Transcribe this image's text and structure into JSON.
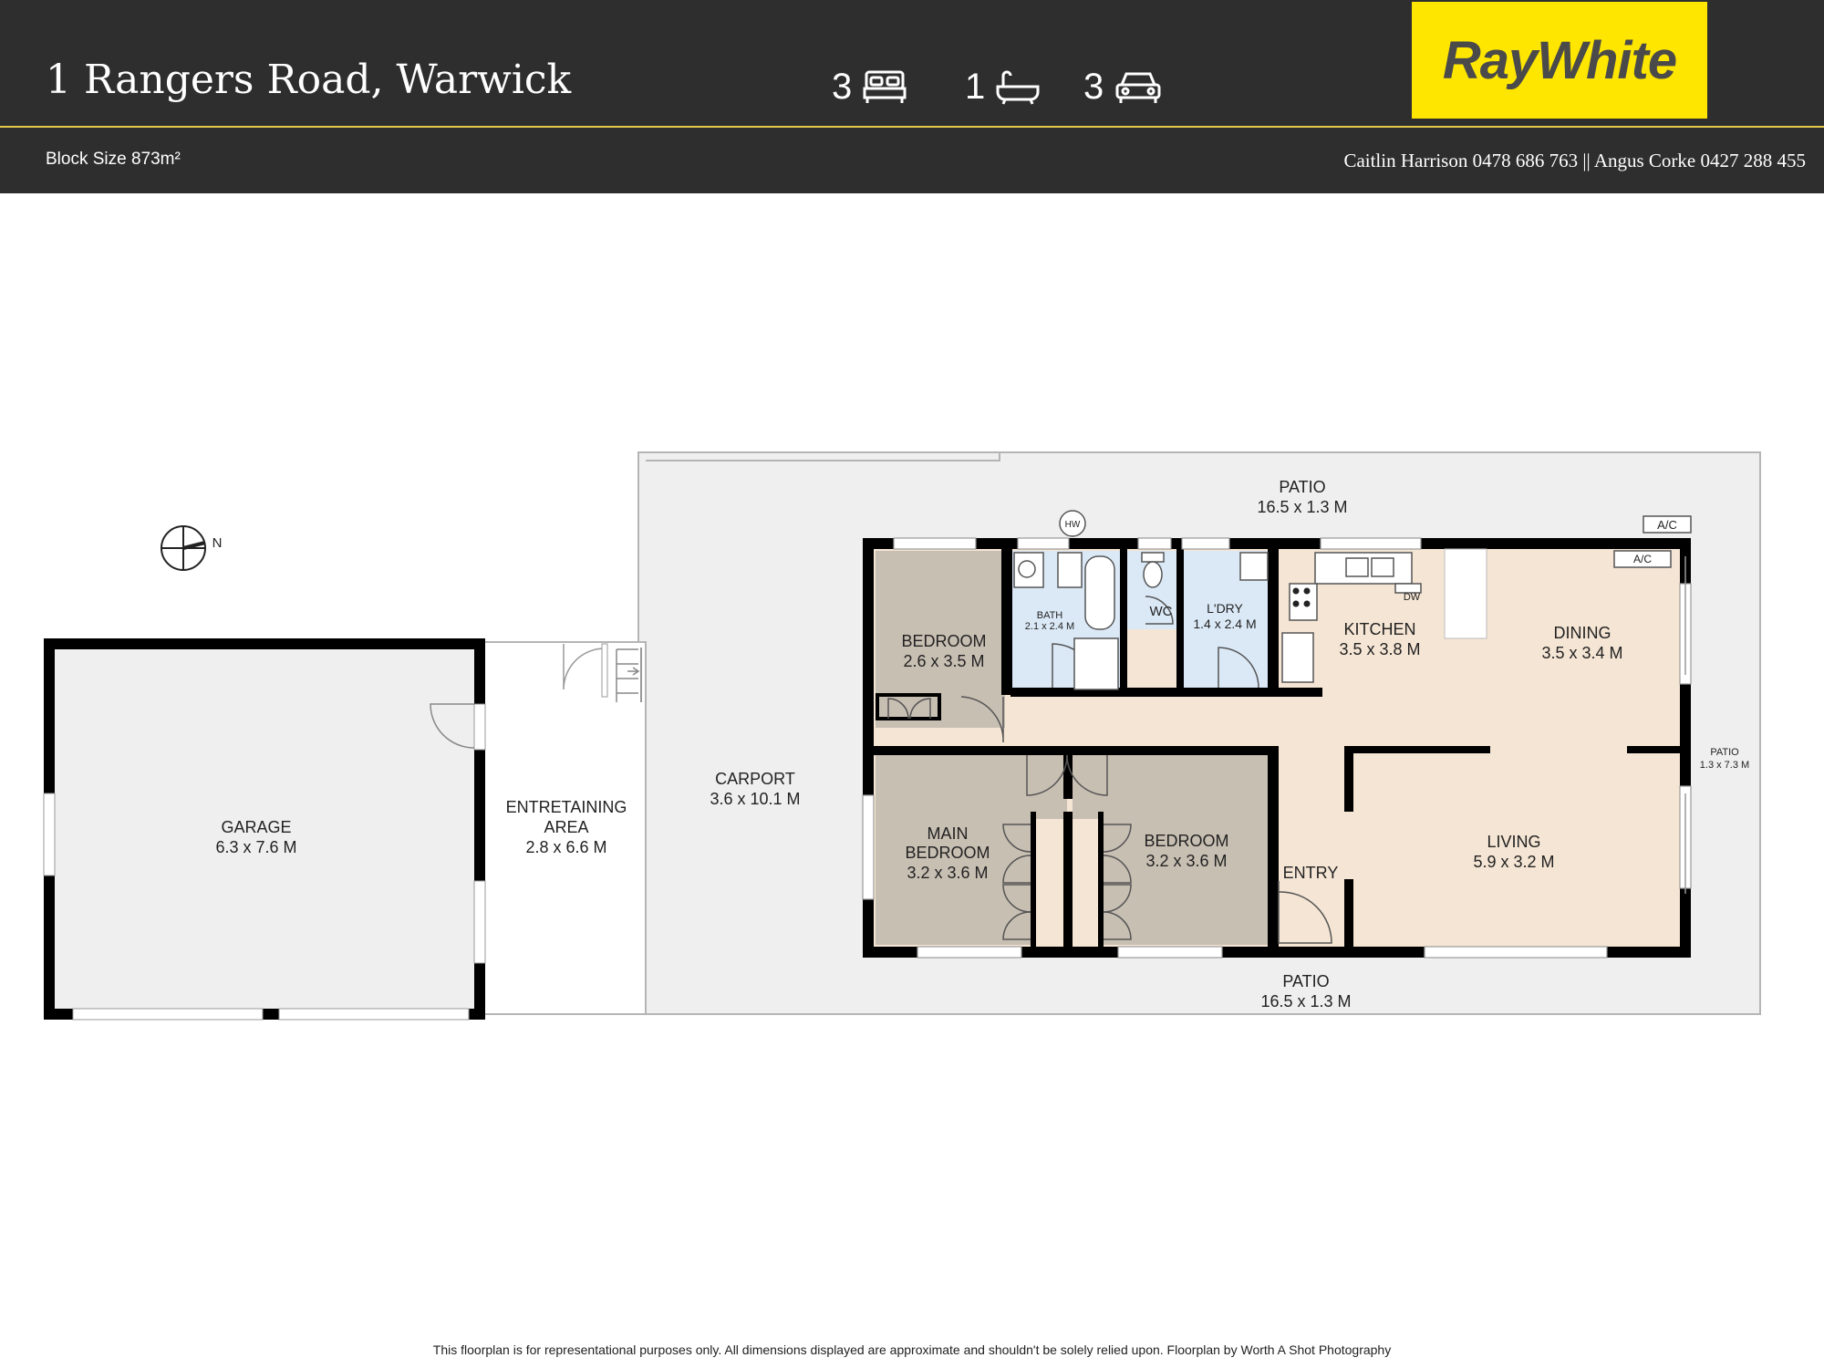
{
  "header": {
    "title": "1 Rangers Road, Warwick",
    "beds": "3",
    "baths": "1",
    "cars": "3",
    "logo": "RayWhite",
    "block_size": "Block Size 873m²",
    "agents": "Caitlin Harrison 0478 686 763 || Angus Corke 0427 288 455"
  },
  "icons": {
    "bed": "bed-icon",
    "bath": "bathtub-icon",
    "car": "car-icon",
    "compass": "compass-icon"
  },
  "colors": {
    "header_bg": "#2e2e2e",
    "accent": "#e4c84a",
    "logo_bg": "#ffe600",
    "bedroom_fill": "#c8bfb3",
    "living_fill": "#f5e5d4",
    "wet_fill": "#dbe9f7",
    "outdoor_fill": "#efefef"
  },
  "compass": {
    "label": "N"
  },
  "rooms": {
    "patio_top": {
      "name": "PATIO",
      "size": "16.5 x 1.3 M"
    },
    "patio_bottom": {
      "name": "PATIO",
      "size": "16.5 x 1.3 M"
    },
    "patio_side": {
      "name": "PATIO",
      "size": "1.3 x 7.3 M"
    },
    "hw": "HW",
    "ac_outside": "A/C",
    "ac_inside": "A/C",
    "bedroom_1": {
      "name": "BEDROOM",
      "size": "2.6 x 3.5 M"
    },
    "bath": {
      "name": "BATH",
      "size": "2.1 x 2.4 M"
    },
    "wc": "WC",
    "laundry": {
      "name": "L'DRY",
      "size": "1.4 x 2.4 M"
    },
    "kitchen": {
      "name": "KITCHEN",
      "size": "3.5 x 3.8 M"
    },
    "dw": "DW",
    "dining": {
      "name": "DINING",
      "size": "3.5 x 3.4 M"
    },
    "main_bedroom": {
      "name1": "MAIN",
      "name2": "BEDROOM",
      "size": "3.2 x 3.6 M"
    },
    "bedroom_2": {
      "name": "BEDROOM",
      "size": "3.2 x 3.6 M"
    },
    "entry": "ENTRY",
    "living": {
      "name": "LIVING",
      "size": "5.9 x 3.2 M"
    },
    "carport": {
      "name": "CARPORT",
      "size": "3.6 x 10.1 M"
    },
    "entertaining": {
      "name1": "ENTRETAINING",
      "name2": "AREA",
      "size": "2.8 x 6.6 M"
    },
    "garage": {
      "name": "GARAGE",
      "size": "6.3 x 7.6 M"
    }
  },
  "disclaimer": "This floorplan is for representational purposes only. All dimensions displayed are approximate and shouldn't be solely relied upon. Floorplan by Worth A Shot Photography"
}
